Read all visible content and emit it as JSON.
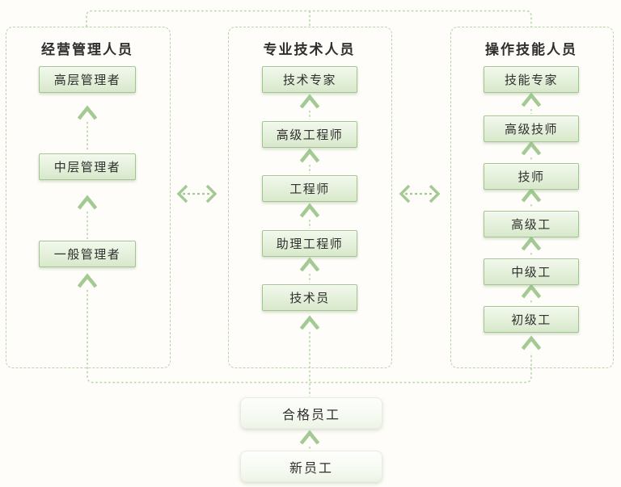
{
  "diagram": {
    "channels": [
      {
        "title": "经营管理人员",
        "levels": [
          "高层管理者",
          "中层管理者",
          "一般管理者"
        ]
      },
      {
        "title": "专业技术人员",
        "levels": [
          "技术专家",
          "高级工程师",
          "工程师",
          "助理工程师",
          "技术员"
        ]
      },
      {
        "title": "操作技能人员",
        "levels": [
          "技能专家",
          "高级技师",
          "技师",
          "高级工",
          "中级工",
          "初级工"
        ]
      }
    ],
    "entry_path": {
      "qualified": "合格员工",
      "new": "新员工"
    },
    "colors": {
      "arrow_green": "#a3ca93",
      "dash_line_green": "#b7d5ac",
      "box_border_green": "#a2c48f",
      "box_fill_light": "#e4f0da",
      "text_dark": "#2f2f2f",
      "background": "#fefdf9"
    }
  }
}
